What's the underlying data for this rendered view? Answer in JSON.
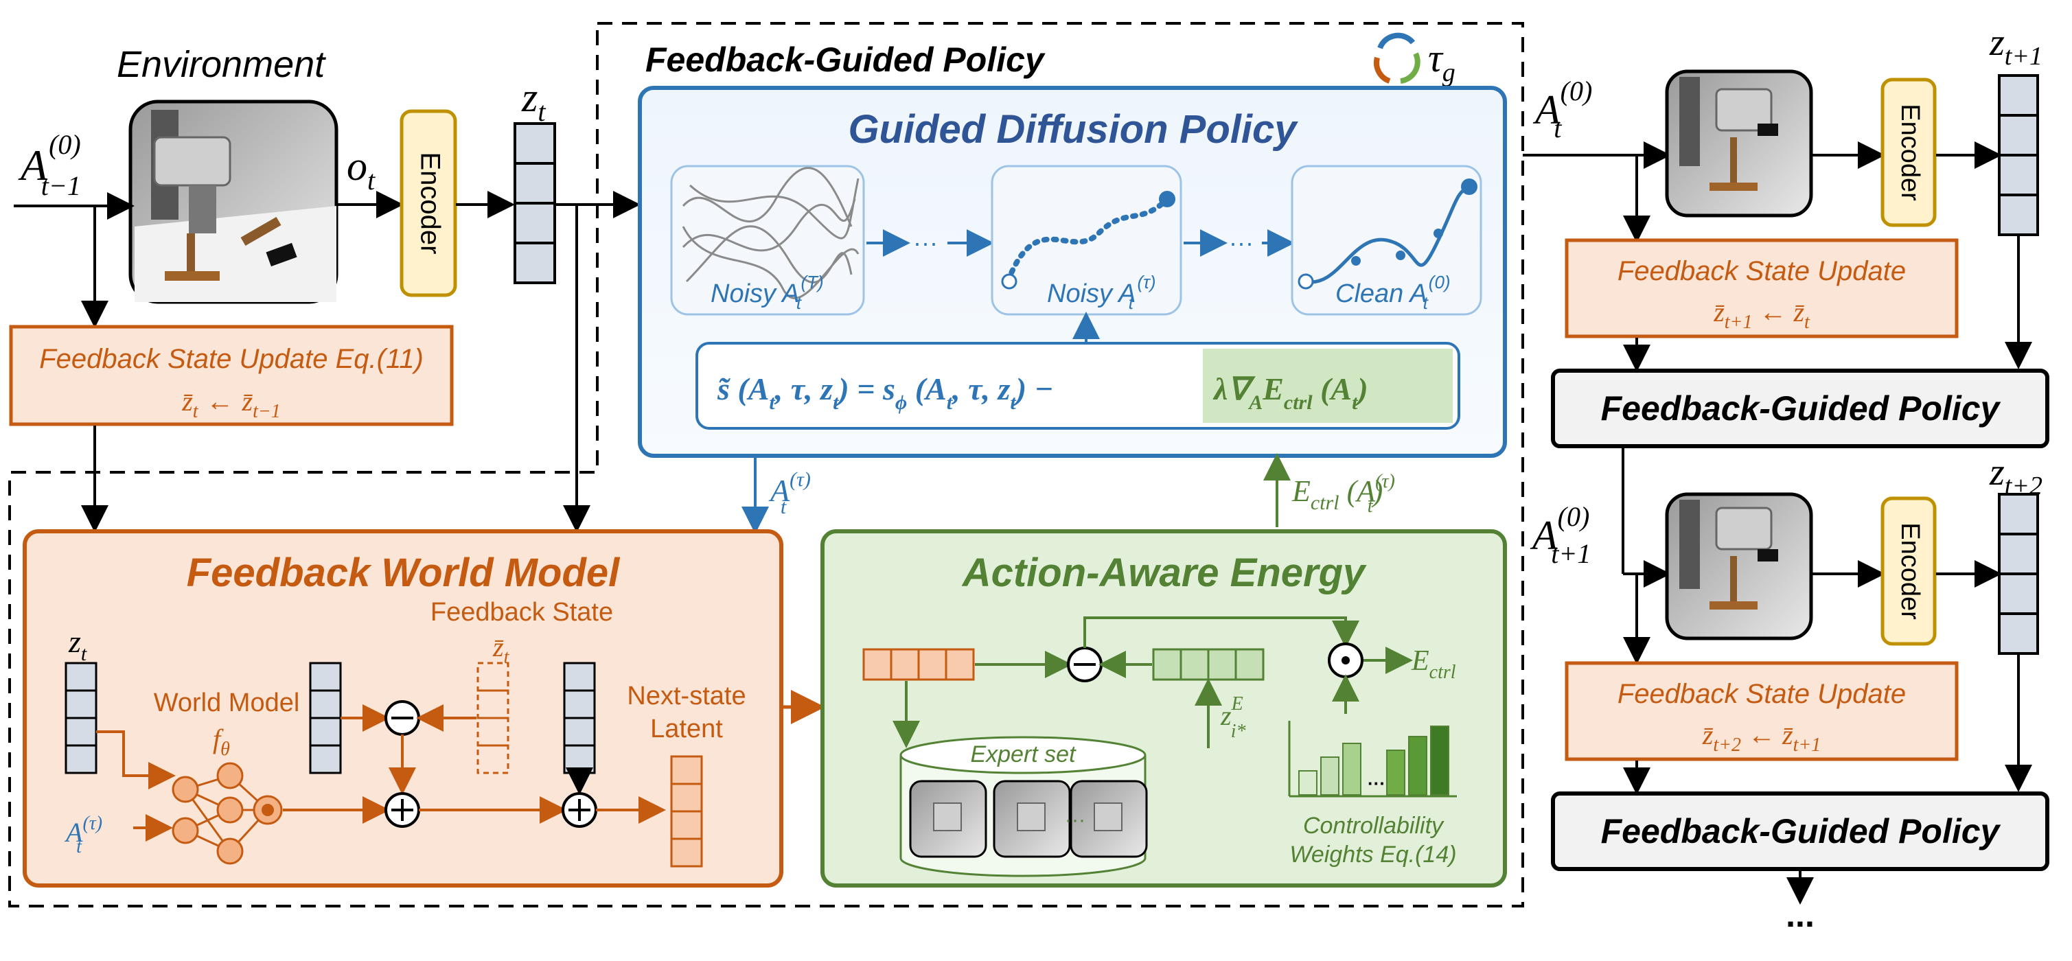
{
  "environment": {
    "title": "Environment",
    "obs_label": "o",
    "obs_sub": "t",
    "input_action": "A",
    "input_action_sup": "(0)",
    "input_action_sub": "t−1"
  },
  "encoder_label": "Encoder",
  "latent": {
    "z": "z",
    "sub": "t"
  },
  "policy_region": {
    "title": "Feedback-Guided Policy",
    "tau": "τ",
    "tau_sub": "g"
  },
  "gdp": {
    "title": "Guided Diffusion Policy",
    "noisy_T": "Noisy A",
    "noisy_T_sup": "(T)",
    "noisy_T_sub": "t",
    "noisy_tau": "Noisy A",
    "noisy_tau_sup": "(τ)",
    "noisy_tau_sub": "t",
    "clean": "Clean A",
    "clean_sup": "(0)",
    "clean_sub": "t",
    "dots": "···",
    "equation_lhs": "s̃ (A",
    "equation_lhs_rest": ", τ, z",
    "equation_rhs": "s",
    "equation_phi": "ϕ",
    "equation_minus": "−",
    "equation_guidance": "λ∇",
    "equation_guidance_sub": "A",
    "equation_energy": "E",
    "equation_energy_sub": "ctrl"
  },
  "fsu_main": {
    "title": "Feedback State Update Eq.(11)",
    "rule_lhs": "z̄",
    "rule_lhs_sub": "t",
    "arrow": "←",
    "rule_rhs": "z̄",
    "rule_rhs_sub": "t−1"
  },
  "a_tau_label": {
    "a": "A",
    "sup": "(τ)",
    "sub": "t"
  },
  "energy_feedback_label": {
    "e": "E",
    "sub": "ctrl",
    "arg": "A",
    "sup": "(τ)",
    "argsub": "t"
  },
  "fwm": {
    "title": "Feedback World Model",
    "z": "z",
    "z_sub": "t",
    "world_model": "World Model",
    "f": "f",
    "f_sub": "θ",
    "feedback_state": "Feedback State",
    "zbar": "z̄",
    "zbar_sub": "t",
    "next_state": "Next-state",
    "latent": "Latent",
    "a": "A",
    "a_sup": "(τ)",
    "a_sub": "t"
  },
  "aae": {
    "title": "Action-Aware Energy",
    "expert_set": "Expert set",
    "z_expert": "z",
    "z_expert_sup": "E",
    "z_expert_sub": "i*",
    "output": "E",
    "output_sub": "ctrl",
    "weights_line1": "Controllability",
    "weights_line2": "Weights Eq.(14)",
    "dots": "···",
    "bar_weights": [
      0.35,
      0.55,
      0.75,
      0.45,
      0.65,
      0.85,
      1.0
    ]
  },
  "rollout": {
    "a0": {
      "a": "A",
      "sup": "(0)",
      "sub": "t"
    },
    "z1": {
      "z": "z",
      "sub": "t+1"
    },
    "fsu1": {
      "title": "Feedback State Update",
      "lhs": "z̄",
      "lhs_sub": "t+1",
      "arrow": "←",
      "rhs": "z̄",
      "rhs_sub": "t"
    },
    "policy1": "Feedback-Guided Policy",
    "a1": {
      "a": "A",
      "sup": "(0)",
      "sub": "t+1"
    },
    "z2": {
      "z": "z",
      "sub": "t+2"
    },
    "fsu2": {
      "title": "Feedback State Update",
      "lhs": "z̄",
      "lhs_sub": "t+2",
      "arrow": "←",
      "rhs": "z̄",
      "rhs_sub": "t+1"
    },
    "policy2": "Feedback-Guided Policy",
    "ellipsis": "..."
  },
  "colors": {
    "orange": "#c55a11",
    "orange_fill": "#fbe5d6",
    "green": "#548235",
    "green_fill": "#e2f0d9",
    "blue": "#2e75b6",
    "blue_fill": "#deebf7",
    "yellow": "#fff2cc",
    "yellow_border": "#bf9000",
    "latent_fill": "#d6dce5"
  }
}
